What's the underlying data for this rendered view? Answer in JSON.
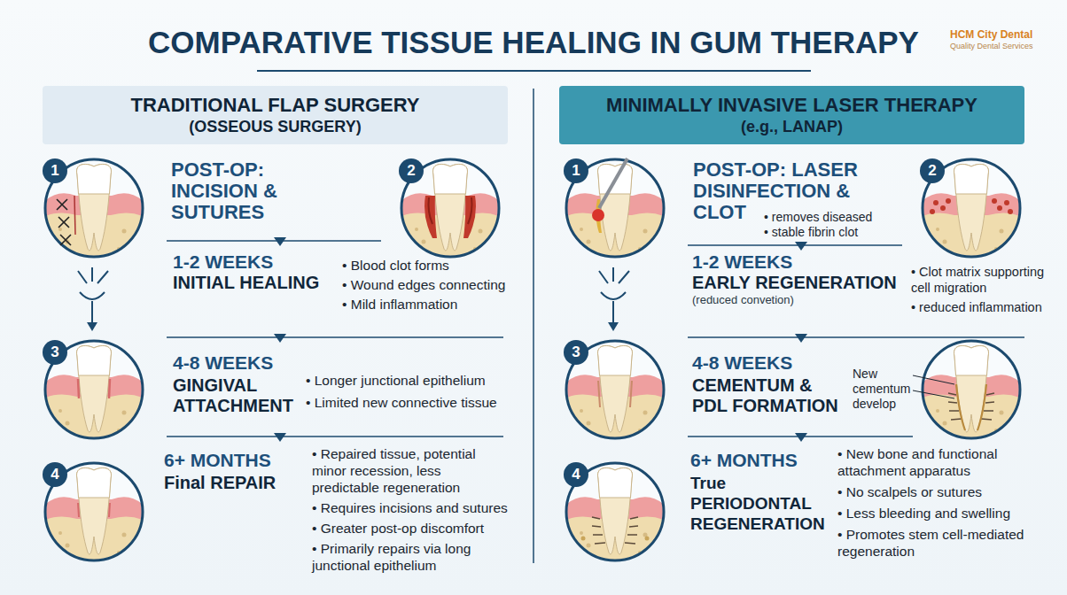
{
  "diagram": {
    "title": "COMPARATIVE TISSUE HEALING IN GUM THERAPY",
    "nodes": [
      {
        "text": [
          "TRADITIONAL FLAP SURGERY",
          "(OSSEOUS SURGERY)"
        ]
      },
      {
        "text": [
          "MINIMALLY INVASIVE LASER THERAPY",
          "(e.g., LANAP)"
        ]
      }
    ],
    "labels": [
      "HCM City Dental",
      "Quality Dental Services",
      "1",
      "POST-OP: INCISION & SUTURES",
      "2",
      "1-2 WEEKS",
      "INITIAL HEALING",
      "• Blood clot forms",
      "• Wound edges connecting",
      "• Mild inflammation",
      "3",
      "4-8 WEEKS",
      "GINGIVAL ATTACHMENT",
      "• Longer junctional epithelium",
      "• Limited new connective tissue",
      "4",
      "6+ MONTHS",
      "Final REPAIR",
      "• Repaired tissue, potential minor recession, less predictable regeneration",
      "• Requires incisions and sutures",
      "• Greater post-op discomfort",
      "• Primarily repairs via long junctional epithelium",
      "1",
      "POST-OP: LASER DISINFECTION & CLOT",
      "• removes diseased",
      "• stable fibrin clot",
      "2",
      "1-2 WEEKS",
      "EARLY REGENERATION",
      "(reduced convetion)",
      "• Clot matrix supporting cell migration",
      "• reduced inflammation",
      "3",
      "4-8 WEEKS",
      "CEMENTUM & PDL FORMATION",
      "New cementum develop",
      "4",
      "6+ MONTHS",
      "True PERIODONTAL REGENERATION",
      "• New bone and functional attachment apparatus",
      "• No scalpels or sutures",
      "• Less bleeding and swelling",
      "• Promotes stem cell-mediated regeneration"
    ]
  }
}
